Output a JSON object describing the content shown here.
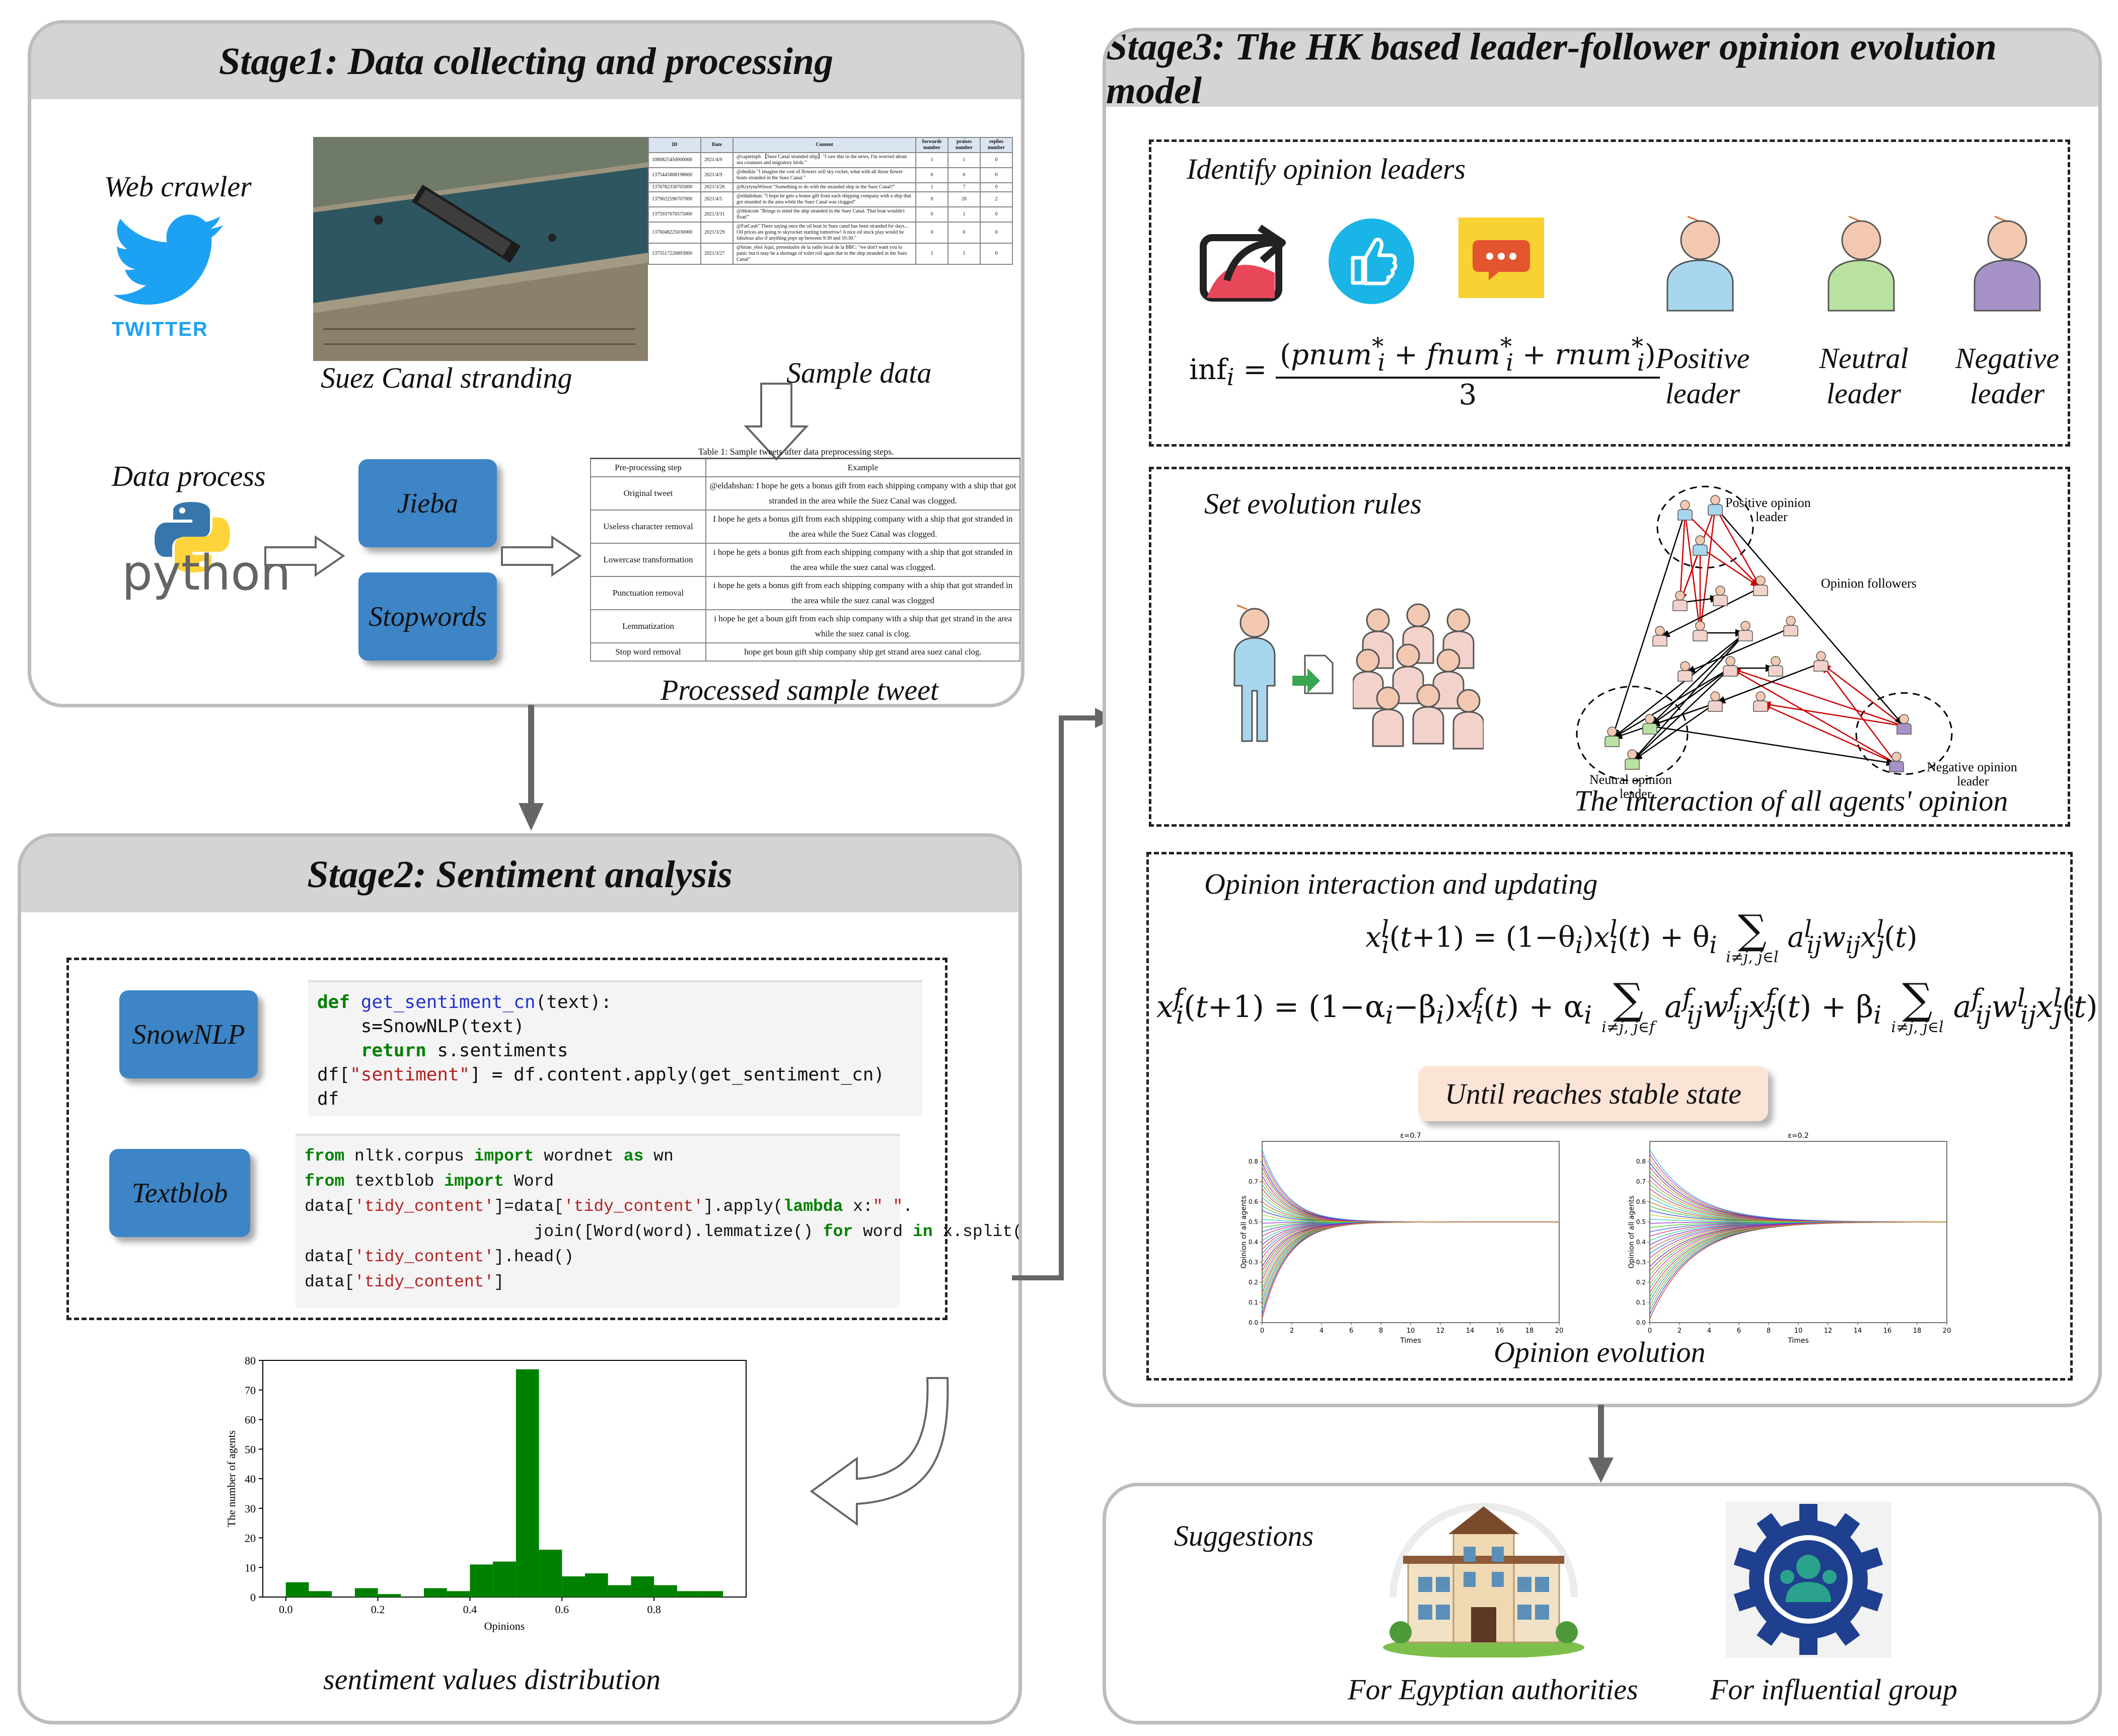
{
  "stage1": {
    "title": "Stage1: Data collecting and processing",
    "web_crawler": "Web crawler",
    "twitter": "TWITTER",
    "suez_caption": "Suez Canal stranding",
    "sample_caption": "Sample data",
    "data_process": "Data process",
    "python": "python",
    "jieba": "Jieba",
    "stopwords": "Stopwords",
    "processed_caption": "Processed sample tweet",
    "sample_table": {
      "headers": [
        "ID",
        "Date",
        "Content",
        "forwards number",
        "praises number",
        "replies number"
      ],
      "rows": [
        [
          "1080825450000000",
          "2021/4/9",
          "@capteinph 【Suez Canal stranded ship】\"I saw this in the news, I'm worried about sea creatures and migratory birds.\"",
          "1",
          "1",
          "0"
        ],
        [
          "1375445808198000",
          "2021/4/9",
          "@dmikin \"I imagine the cost of flowers will sky rocket, what with all those flower boats stranded in the Suez Canal.\"",
          "0",
          "0",
          "0"
        ],
        [
          "1376782330705000",
          "2021/3/26",
          "@KrytynaWitson \"Something to do with the stranded ship in the Suez Canal?\"",
          "1",
          "7",
          "0"
        ],
        [
          "1379022596707000",
          "2021/4/5",
          "@eldahshan: \"I hope he gets a bonus gift from each shipping company with a ship that got stranded in the area while the Suez Canal was clogged\"",
          "0",
          "20",
          "2"
        ],
        [
          "1375937670575000",
          "2021/3/31",
          "@ddotcom \"Brings to mind the ship stranded in the Suez Canal. That boat wouldn't float!\"",
          "0",
          "1",
          "0"
        ],
        [
          "1376048225030000",
          "2021/3/29",
          "@FatCash\" There saying once the oil boat in Suez canal has been stranded for days... Oil prices are going to skyrocket starting tomorrow! A nice oil stock play would be fabulous also if anything pops up between 9:30 and 10:30.\"",
          "0",
          "0",
          "0"
        ],
        [
          "1375517226893000",
          "2021/3/27",
          "@brian_eboi Aqui, presentador de la radio local de la BBC: \"we don't want you to panic but it may be a shortage of toilet roll again due to the ship stranded in the Suez Canal\"",
          "1",
          "1",
          "0"
        ]
      ]
    },
    "proc_table": {
      "caption": "Table 1:   Sample tweets after data preprocessing steps.",
      "headers": [
        "Pre-processing step",
        "Example"
      ],
      "rows": [
        [
          "Original tweet",
          "@eldahshan: I hope he gets a bonus gift from each shipping company with a ship that got stranded in the area while the Suez Canal was clogged."
        ],
        [
          "Useless character removal",
          "I hope he gets a bonus gift from each shipping company with a ship that got stranded in the area while the Suez Canal was clogged."
        ],
        [
          "Lowercase transformation",
          "i hope he gets a bonus gift from each shipping company with a ship that got stranded in the area while the suez canal was clogged."
        ],
        [
          "Punctuation removal",
          "i hope he gets a bonus gift from each shipping company with a ship that got stranded in the area while the suez canal was clogged"
        ],
        [
          "Lemmatization",
          "i hope he get a boun gift from each ship company with a ship that get strand in the area while the suez canal is clog."
        ],
        [
          "Stop word removal",
          "hope get boun gift ship company ship get strand area suez canal clog."
        ]
      ]
    }
  },
  "stage2": {
    "title": "Stage2: Sentiment analysis",
    "snownlp": "SnowNLP",
    "textblob": "Textblob",
    "hist_caption": "sentiment values  distribution"
  },
  "stage3": {
    "title": "Stage3: The  HK based leader-follower opinion evolution model",
    "identify": "Identify  opinion leaders",
    "positive_leader": "Positive leader",
    "neutral_leader": "Neutral leader",
    "negative_leader": "Negative leader",
    "set_rules": "Set evolution rules",
    "net_positive": "Positive opinion leader",
    "net_followers": "Opinion followers",
    "net_neutral": "Neutral opinion leader",
    "net_negative": "Negative opinion leader",
    "interaction_caption": "The interaction of all agents' opinion",
    "opinion_interaction": "Opinion interaction and updating",
    "until": "Until  reaches  stable state",
    "evolution_caption": "Opinion evolution",
    "plot1_title": "ε=0.7",
    "plot2_title": "ε=0.2",
    "plot_xlabel": "Times",
    "plot_ylabel": "Opinion of all agents"
  },
  "suggestions": {
    "title": "Suggestions",
    "egypt": "For Egyptian authorities",
    "group": "For influential group"
  },
  "chart_data": {
    "type": "bar",
    "xlabel": "Opinions",
    "ylabel": "The number of agents",
    "xlim": [
      -0.05,
      1.0
    ],
    "ylim": [
      0,
      80
    ],
    "xticks": [
      "0.0",
      "0.2",
      "0.4",
      "0.6",
      "0.8"
    ],
    "yticks": [
      "0",
      "10",
      "20",
      "30",
      "40",
      "50",
      "60",
      "70",
      "80"
    ],
    "color": "#008000",
    "bins": [
      0.0,
      0.05,
      0.1,
      0.15,
      0.2,
      0.25,
      0.3,
      0.35,
      0.4,
      0.45,
      0.5,
      0.55,
      0.6,
      0.65,
      0.7,
      0.75,
      0.8,
      0.85,
      0.9,
      0.95
    ],
    "values": [
      5,
      2,
      0,
      3,
      1,
      0,
      3,
      2,
      11,
      12,
      77,
      16,
      7,
      8,
      4,
      7,
      4,
      2,
      2,
      0
    ]
  }
}
